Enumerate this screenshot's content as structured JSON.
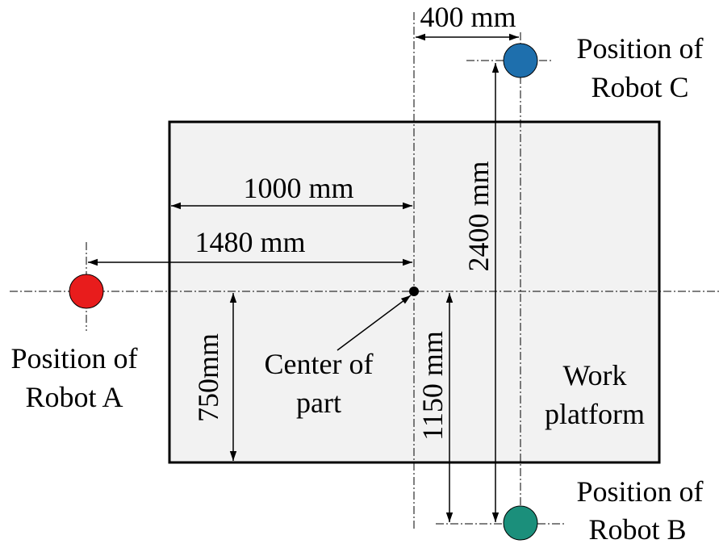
{
  "labels": {
    "dim_top": "400 mm",
    "dim_1000": "1000 mm",
    "dim_1480": "1480 mm",
    "dim_2400": "2400 mm",
    "dim_750": "750mm",
    "dim_1150": "1150 mm",
    "robot_c_line1": "Position of",
    "robot_c_line2": "Robot C",
    "robot_a_line1": "Position of",
    "robot_a_line2": "Robot A",
    "robot_b_line1": "Position of",
    "robot_b_line2": "Robot B",
    "center_line1": "Center of",
    "center_line2": "part",
    "platform_line1": "Work",
    "platform_line2": "platform"
  },
  "colors": {
    "robot_a": "#e81c1c",
    "robot_b": "#1b8f7b",
    "robot_c": "#1e6fad",
    "platform_fill": "#f2f2f2",
    "stroke": "#000000"
  }
}
